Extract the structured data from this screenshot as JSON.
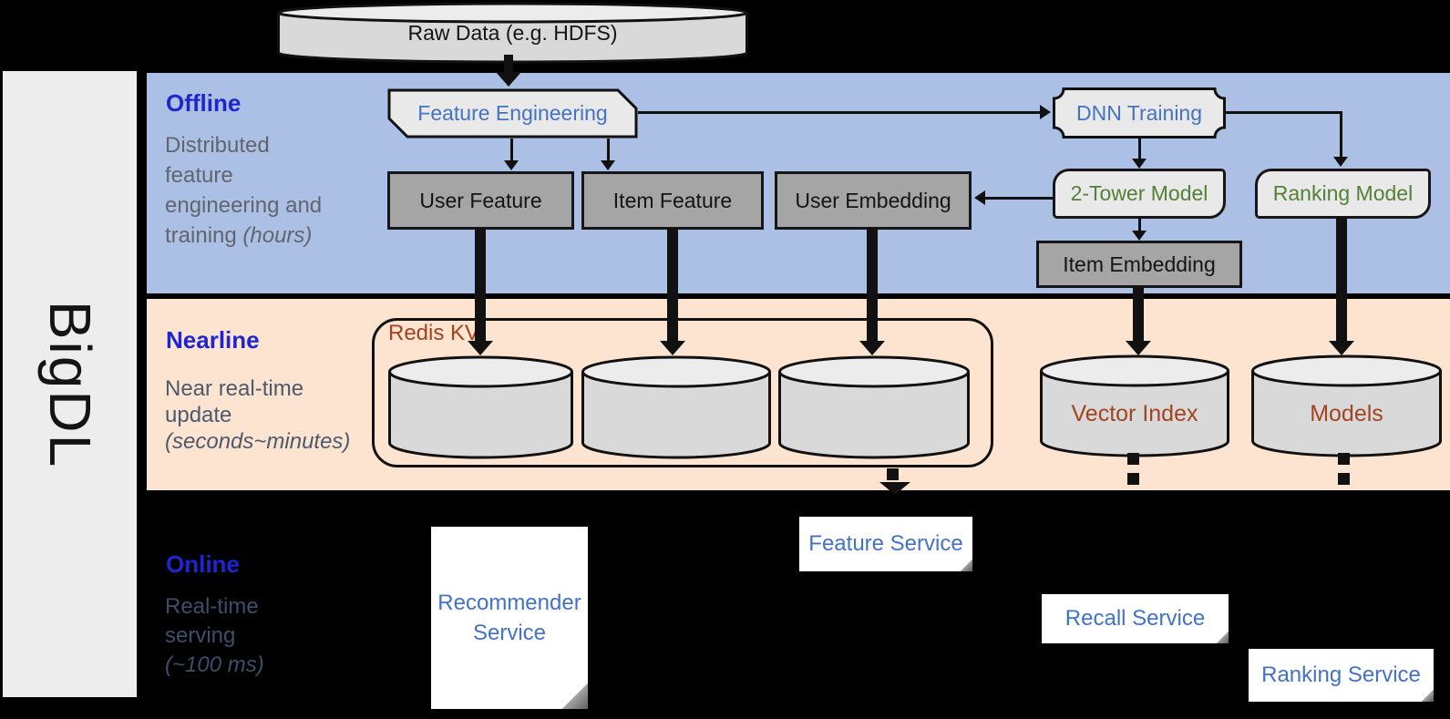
{
  "sidebar": {
    "brand": "BigDL"
  },
  "raw_data": {
    "label": "Raw Data (e.g. HDFS)"
  },
  "bands": {
    "offline": {
      "title": "Offline",
      "desc_lines": [
        "Distributed",
        "feature",
        "engineering and"
      ],
      "desc_last_plain": "training ",
      "desc_last_italic": "(hours)"
    },
    "nearline": {
      "title": "Nearline",
      "desc_lines": [
        "Near real-time",
        "update"
      ],
      "desc_last_plain": "",
      "desc_last_italic": "(seconds~minutes)"
    },
    "online": {
      "title": "Online",
      "desc_lines": [
        "Real-time",
        "serving"
      ],
      "desc_last_plain": "",
      "desc_last_italic": "(~100 ms)"
    }
  },
  "nodes": {
    "feature_engineering": "Feature Engineering",
    "dnn_training": "DNN Training",
    "user_feature": "User Feature",
    "item_feature": "Item Feature",
    "user_embedding": "User Embedding",
    "two_tower_model": "2-Tower Model",
    "ranking_model": "Ranking Model",
    "item_embedding": "Item Embedding",
    "redis_kv": "Redis KV",
    "vector_index": "Vector Index",
    "models": "Models",
    "recommender_service": "Recommender Service",
    "feature_service": "Feature Service",
    "recall_service": "Recall Service",
    "ranking_service": "Ranking Service"
  },
  "colors": {
    "offline_band": "#abc0e4",
    "nearline_band": "#fce4d0",
    "online_band": "#000000",
    "band_title_blue": "#1f26cf",
    "node_text_blue": "#4472c4",
    "node_text_green": "#538135",
    "storage_text_brown": "#a3431f",
    "gray_node_fill": "#a5a5a5",
    "light_node_fill": "#e9e9e9",
    "sidebar_fill": "#ededed"
  }
}
